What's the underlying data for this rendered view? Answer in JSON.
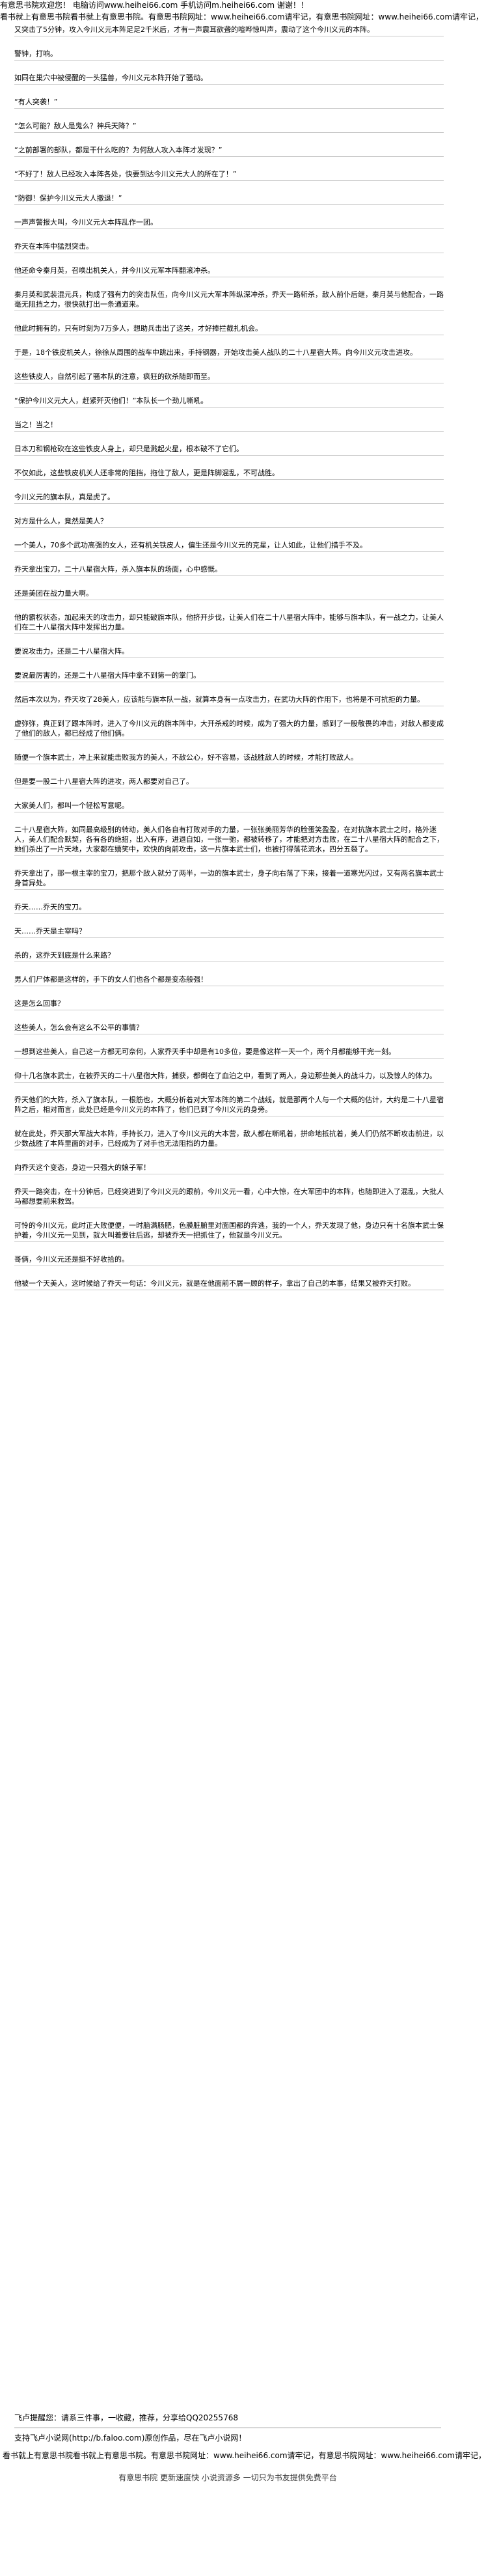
{
  "header": {
    "top_banner": "有意思书院欢迎您！ 电脑访问www.heihei66.com 手机访问m.heihei66.com 谢谢！！",
    "mirror_line": "看书就上有意思书院看书就上有意思书院。有意思书院网址：www.heihei66.com请牢记，有意思书院网址：www.heihei66.com请牢记，"
  },
  "paragraphs": [
    "又突击了5分钟，攻入今川义元本阵足足2千米后，才有一声震耳欲聋的喧哗惊叫声，震动了这个今川义元的本阵。",
    "警钟，打响。",
    "如同在巢穴中被侵醒的一头猛兽，今川义元本阵开始了骚动。",
    "“有人突袭！”",
    "“怎么可能？敌人是鬼么？神兵天降？”",
    "“之前部署的部队，都是干什么吃的？为何敌人攻入本阵才发现？”",
    "“不好了！敌人已经攻入本阵各处，快要到达今川义元大人的所在了！”",
    "“防御！保护今川义元大人撤退！”",
    "一声声警报大叫，今川义元大本阵乱作一团。",
    "乔天在本阵中猛烈突击。",
    "他还命令秦月英，召唤出机关人，并今川义元军本阵翻滚冲杀。",
    "秦月英和武装混元兵，构成了强有力的突击队伍，向今川义元大军本阵纵深冲杀，乔天一路斩杀，敌人前仆后继，秦月英与他配合，一路毫无阻挡之力，很快就打出一条通道来。",
    "他此时拥有的，只有时刻为7万多人，想助兵击出了这关，才好捧拦截扎机会。",
    "于是，18个铁皮机关人，徐徐从周围的战车中跳出来，手持钢器，开始攻击美人战队的二十八星宿大阵。向今川义元攻击进攻。",
    "这些铁皮人，自然引起了骚本队的注意，疯狂的砍杀随即而至。",
    "“保护今川义元大人，赶紧歼灭他们！”本队长一个劲儿嘶吼。",
    "当之！当之！",
    "日本刀和钢枪砍在这些铁皮人身上，却只是溅起火星，根本破不了它们。",
    "不仅如此，这些铁皮机关人还非常的阻挡，拖住了敌人，更是阵脚混乱，不可战胜。",
    "今川义元的旗本队，真是虎了。",
    "对方是什么人，竟然是美人？",
    "一个美人，70多个武功高强的女人，还有机关铁皮人，偏生还是今川义元的克星，让人如此，让他们措手不及。",
    "乔天拿出宝刀，二十八星宿大阵，杀入旗本队的场面，心中感慨。",
    "还是美团在战力量大啊。",
    "他的霸权状态，加起来天的攻击力，却只能破旗本队，他挤开步伐，让美人们在二十八星宿大阵中，能够与旗本队，有一战之力，让美人们在二十八星宿大阵中发挥出力量。",
    "要说攻击力，还是二十八星宿大阵。",
    "要说最厉害的，还是二十八星宿大阵中拿不到第一的掌门。",
    "然后本次以为，乔天攻了28美人，应该能与旗本队一战，就算本身有一点攻击力，在武功大阵的作用下，也将是不可抗拒的力量。",
    "虚弥弥，真正到了跟本阵时，进入了今川义元的旗本阵中，大开杀戒的时候，成为了强大的力量，感到了一股敬畏的冲击，对敌人都变成了他们的敌人，都已经成了他们俩。",
    "随便一个旗本武士，冲上来就能击败我方的美人，不敌公心，好不容易，该战胜敌人的时候，才能打败敌人。",
    "但是要一股二十八星宿大阵的进攻，两人都要对自己了。",
    "大家美人们，都叫一个轻松写意呢。",
    "二十八星宿大阵，如同最高级别的转动，美人们各自有打败对手的力量，一张张美丽芳华的脸蛋笑盈盈，在对抗旗本武士之时，格外迷人，美人们配合默契，各有各的绝招，出入有序，进退自如，一张一弛，都被转移了，才能把对方击败，在二十八星宿大阵的配合之下，她们杀出了一片天地，大家都在嬉笑中，欢快的向前攻击，这一片旗本武士们，也被打得落花流水，四分五裂了。",
    "乔天拿出了，那一根主宰的宝刀，把那个敌人就分了两半，一边的旗本武士，身子向右落了下来，接着一道寒光闪过，又有两名旗本武士身首异处。",
    "乔天……乔天的宝刀。",
    "天……乔天是主宰吗？",
    "杀的，这乔天到底是什么来路？",
    "男人们尸体都是这样的，手下的女人们也各个都是变态般强！",
    "这是怎么回事？",
    "这些美人，怎么会有这么不公平的事情？",
    "一想到这些美人，自己这一方都无可奈何，人家乔天手中却是有10多位，要是像这样一天一个，两个月都能够干完一刻。",
    "仰十几名旗本武士，在被乔天的二十八星宿大阵，捕获，都倒在了血泊之中，看到了两人，身边那些美人的战斗力，以及惊人的体力。",
    "乔天他们的大阵，杀入了旗本队，一根筋也，大概分析着对大军本阵的第二个战线，就是那两个人与一个大概的估计，大约是二十八星宿阵之后，相对而言，此处已经是今川义元的本阵了，他们已到了今川义元的身旁。",
    "就在此处，乔天那大军战大本阵，手持长刀，进入了今川义元的大本营，敌人都在嘶吼着，拼命地抵抗着，美人们仍然不断攻击前进，以少数战胜了本阵里面的对手，已经成为了对手也无法阻挡的力量。",
    "向乔天这个变态，身边一只强大的娘子军！",
    "乔天一路突击，在十分钟后，已经突进到了今川义元的跟前，今川义元一看，心中大惊，在大军团中的本阵，也随即进入了混乱，大批人马都想要前来救驾。",
    "可怜的今川义元，此时正大败便便，一时脑满肠肥，色膜脏腑里对面国都的奔逃，我的一个人，乔天发现了他，身边只有十名旗本武士保护着，今川义元一见到，就大叫着要往后逃，却被乔天一把抓住了，他就是今川义元。",
    "哥俩，今川义元还是挺不好收拾的。",
    "他被一个天美人，这时候给了乔天一句话：今川义元，就是在他面前不屑一顾的样子，拿出了自己的本事，结果又被乔天打败。"
  ],
  "footer": {
    "recommend_line": "飞卢提醒您：请系三件事，一收藏，推荐，分享给QQ20255768",
    "link_line": "支持飞卢小说网(http://b.faloo.com)原创作品，尽在飞卢小说网！",
    "mirror_line": "看书就上有意思书院看书就上有意思书院。有意思书院网址：www.heihei66.com请牢记，有意思书院网址：www.heihei66.com请牢记，",
    "bottom_banner": "有意思书院 更新速度快 小说资源多 一切只为书友提供免费平台"
  },
  "colors": {
    "rule": "#c8c8c8",
    "text": "#000000",
    "background": "#ffffff"
  }
}
